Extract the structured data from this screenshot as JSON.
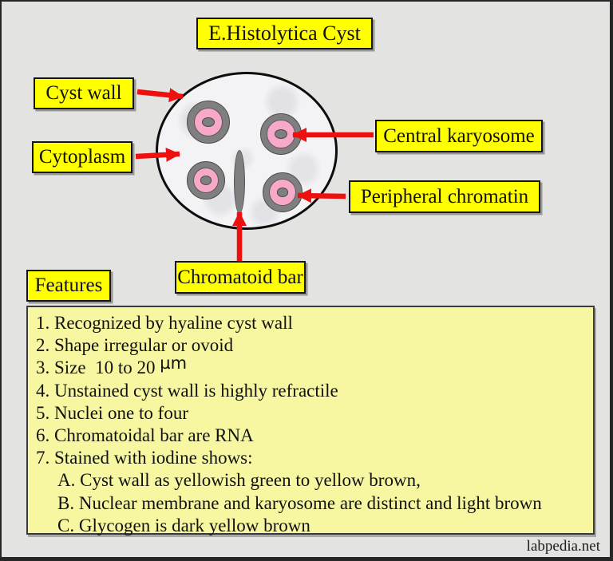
{
  "title": "E.Histolytica Cyst",
  "diagram": {
    "labels": {
      "cyst_wall": "Cyst wall",
      "cytoplasm": "Cytoplasm",
      "central_karyosome": "Central karyosome",
      "peripheral_chromatin": "Peripheral chromatin",
      "chromatoid_bar": "Chromatoid bar"
    },
    "nuclei_count": 4
  },
  "features": {
    "heading": "Features",
    "items": [
      {
        "text": "1. Recognized by hyaline cyst wall"
      },
      {
        "text": "2. Shape irregular or ovoid"
      },
      {
        "text": "3. Size  10 to 20 ",
        "sup": "µm"
      },
      {
        "text": "4. Unstained cyst wall is highly refractile"
      },
      {
        "text": "5. Nuclei one to four"
      },
      {
        "text": "6. Chromatoidal bar are RNA"
      },
      {
        "text": "7. Stained with iodine shows:"
      },
      {
        "text": "A. Cyst wall as yellowish green to yellow brown,",
        "indent": true
      },
      {
        "text": "B. Nuclear membrane and karyosome are distinct and light brown",
        "indent": true
      },
      {
        "text": "C. Glycogen is dark yellow brown",
        "indent": true
      }
    ]
  },
  "watermark": "labpedia.net",
  "colors": {
    "background": "#e3e3e1",
    "label_bg": "#ffff00",
    "label_border": "#141414",
    "list_bg": "#f7f7a1",
    "arrow_red": "#ee0f0f",
    "nucleus_ring": "#7f7f7f",
    "nucleus_pink": "#f8a8c8",
    "cyst_fill": "#f3f3f5",
    "outline": "#0d0d0d",
    "frame": "#262626",
    "text": "#111111"
  }
}
